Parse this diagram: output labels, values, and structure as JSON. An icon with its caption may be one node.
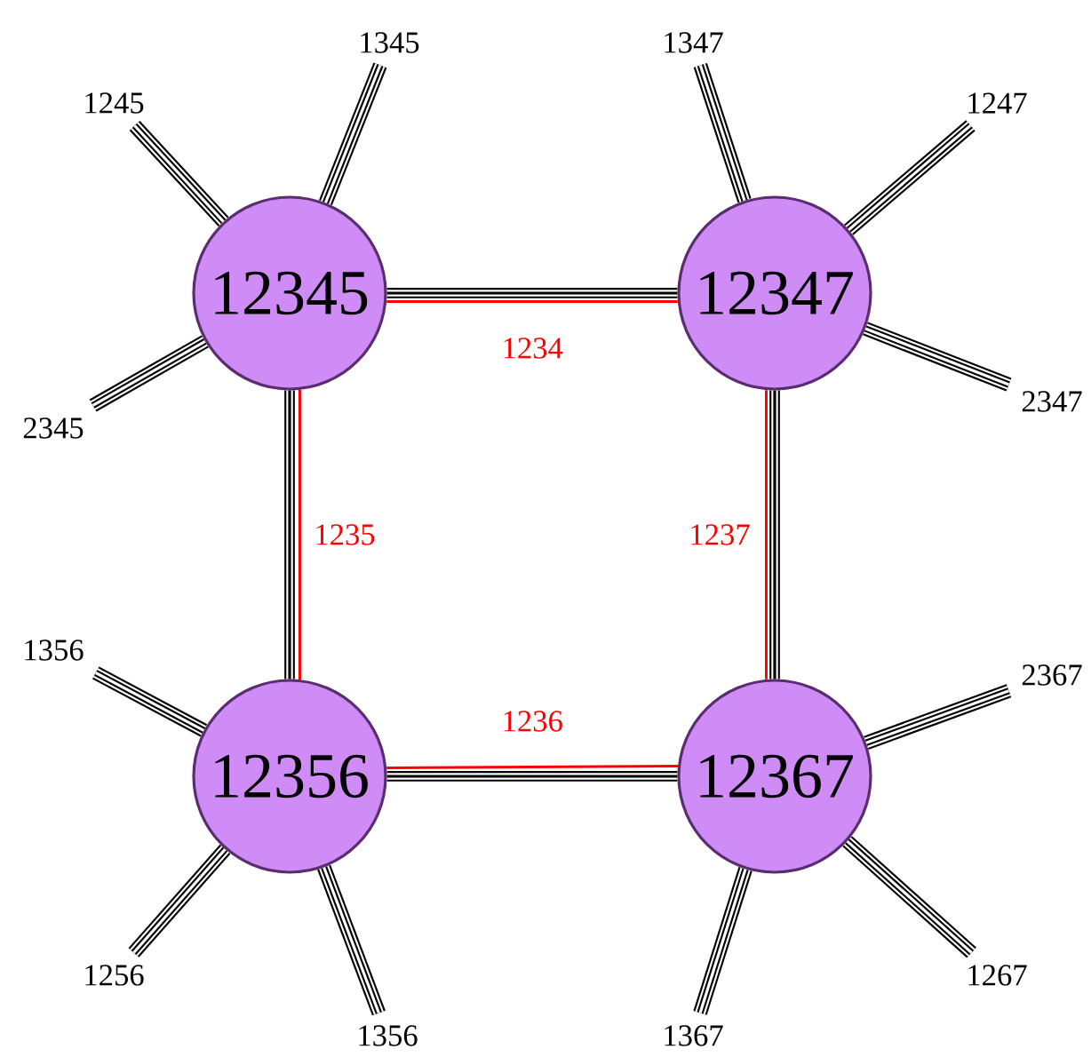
{
  "diagram": {
    "nodes": [
      {
        "text": [
          "12345"
        ]
      },
      {
        "text": [
          "12347"
        ]
      },
      {
        "text": [
          "12356"
        ]
      },
      {
        "text": [
          "12367"
        ]
      },
      {
        "text": [
          "1345"
        ]
      },
      {
        "text": [
          "1245"
        ]
      },
      {
        "text": [
          "2345"
        ]
      },
      {
        "text": [
          "1347"
        ]
      },
      {
        "text": [
          "1247"
        ]
      },
      {
        "text": [
          "2347"
        ]
      },
      {
        "text": [
          "1356"
        ]
      },
      {
        "text": [
          "1256"
        ]
      },
      {
        "text": [
          "1356"
        ]
      },
      {
        "text": [
          "2367"
        ]
      },
      {
        "text": [
          "1267"
        ]
      },
      {
        "text": [
          "1367"
        ]
      }
    ],
    "edges": [
      {
        "from": 0,
        "to": 1,
        "arrow": "none",
        "label": "1234",
        "color": "#ff0000"
      },
      {
        "from": 0,
        "to": 2,
        "arrow": "none",
        "label": "1235",
        "color": "#ff0000"
      },
      {
        "from": 1,
        "to": 3,
        "arrow": "none",
        "label": "1237",
        "color": "#ff0000"
      },
      {
        "from": 2,
        "to": 3,
        "arrow": "none",
        "label": "1236",
        "color": "#ff0000"
      },
      {
        "from": 0,
        "to": 1,
        "arrow": "none"
      },
      {
        "from": 0,
        "to": 2,
        "arrow": "none"
      },
      {
        "from": 1,
        "to": 3,
        "arrow": "none"
      },
      {
        "from": 2,
        "to": 3,
        "arrow": "none"
      },
      {
        "from": 0,
        "to": 4,
        "arrow": "none"
      },
      {
        "from": 0,
        "to": 5,
        "arrow": "none"
      },
      {
        "from": 0,
        "to": 6,
        "arrow": "none"
      },
      {
        "from": 1,
        "to": 7,
        "arrow": "none"
      },
      {
        "from": 1,
        "to": 8,
        "arrow": "none"
      },
      {
        "from": 1,
        "to": 9,
        "arrow": "none"
      },
      {
        "from": 2,
        "to": 10,
        "arrow": "none"
      },
      {
        "from": 2,
        "to": 11,
        "arrow": "none"
      },
      {
        "from": 2,
        "to": 12,
        "arrow": "none"
      },
      {
        "from": 3,
        "to": 13,
        "arrow": "none"
      },
      {
        "from": 3,
        "to": 14,
        "arrow": "none"
      },
      {
        "from": 3,
        "to": 15,
        "arrow": "none"
      }
    ]
  }
}
